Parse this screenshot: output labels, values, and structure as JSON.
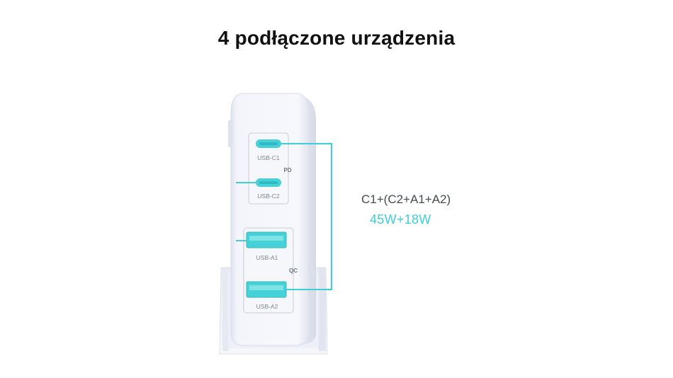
{
  "title": "4 podłączone urządzenia",
  "ports": {
    "usb_c1": "USB-C1",
    "usb_c2": "USB-C2",
    "usb_a1": "USB-A1",
    "usb_a2": "USB-A2"
  },
  "groups": {
    "pd": "PD",
    "qc": "QC"
  },
  "combination": "C1+(C2+A1+A2)",
  "power": "45W+18W",
  "colors": {
    "accent": "#3ccfd8",
    "text_dark": "#111111",
    "text_gray": "#444a52"
  }
}
